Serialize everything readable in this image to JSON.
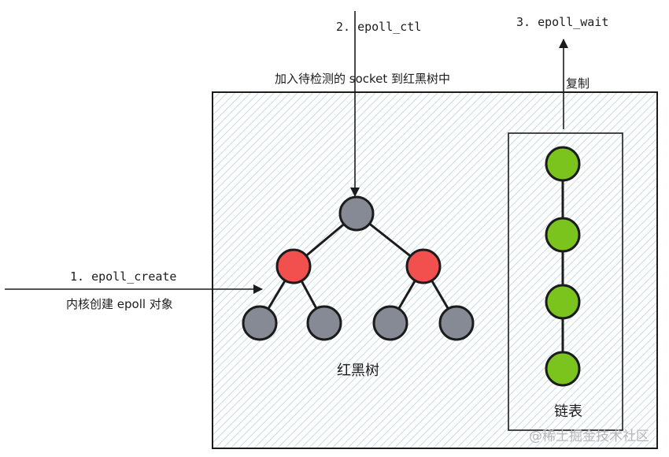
{
  "diagram": {
    "steps": {
      "create_label": "1. epoll_create",
      "create_desc": "内核创建 epoll 对象",
      "ctl_label": "2. epoll_ctl",
      "ctl_desc": "加入待检测的 socket 到红黑树中",
      "wait_label": "3. epoll_wait",
      "wait_desc": "复制"
    },
    "red_black_tree": {
      "label": "红黑树",
      "nodes": [
        {
          "color": "gray"
        },
        {
          "color": "red"
        },
        {
          "color": "red"
        },
        {
          "color": "gray"
        },
        {
          "color": "gray"
        },
        {
          "color": "gray"
        },
        {
          "color": "gray"
        }
      ]
    },
    "linked_list": {
      "label": "链表",
      "node_count": 4
    },
    "watermark": "@稀土掘金技术社区",
    "colors": {
      "gray_node": "#868a95",
      "red_node": "#f2504f",
      "green_node": "#7bc41e",
      "hatch": "#c5dde3",
      "stroke": "#1c1c1c"
    }
  }
}
